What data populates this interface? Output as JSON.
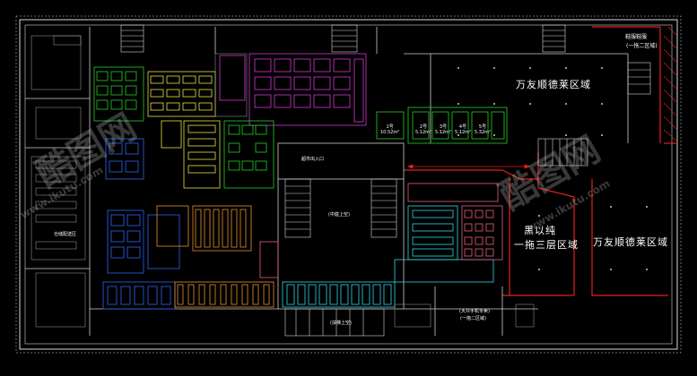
{
  "zones": {
    "wanyou_upper": "万友顺德莱区域",
    "wanyou_lower": "万友顺德莱区域",
    "heiyi_line1": "黑以纯",
    "heiyi_line2": "一拖三层区域",
    "topright_line1": "鞋服鞋服",
    "topright_line2": "(一拖二区域)",
    "central_stair": "(中庭上空)",
    "bottom_stair": "(扶梯上空)",
    "bottom_block_line1": "(大众手机专卖)",
    "bottom_block_line2": "(一拖二区域)",
    "left_vertical": "仓储配送区",
    "entrance": "超市出入口"
  },
  "small_rooms": [
    {
      "line1": "1号",
      "line2": "10.52m²"
    },
    {
      "line1": "2号",
      "line2": "5.12m²"
    },
    {
      "line1": "3号",
      "line2": "5.12m²"
    },
    {
      "line1": "4号",
      "line2": "5.12m²"
    },
    {
      "line1": "5号",
      "line2": "5.32m²"
    }
  ],
  "watermark": {
    "brand": "酷图网",
    "url": "www.ikutu.com"
  },
  "colors": {
    "background": "#000000",
    "walls": "#e6e6e6",
    "red_line": "#e02020",
    "magenta": "#d838d8",
    "green": "#22d022",
    "yellow": "#e8e040",
    "blue": "#2a5ad8",
    "cyan": "#30d8e8",
    "orange": "#e89030",
    "pink": "#e86080"
  }
}
